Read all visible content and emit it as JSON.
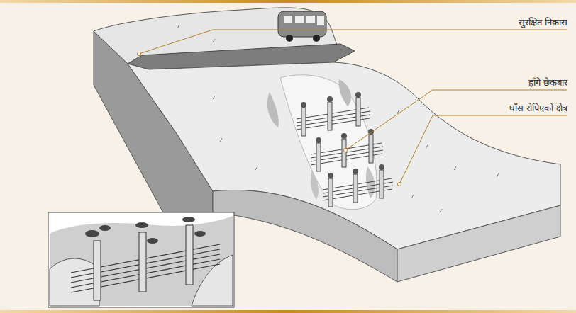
{
  "diagram": {
    "labels": [
      "सुरक्षित निकास",
      "हाँगे छेकबार",
      "घाँस रोपिएको क्षेत्र"
    ]
  }
}
